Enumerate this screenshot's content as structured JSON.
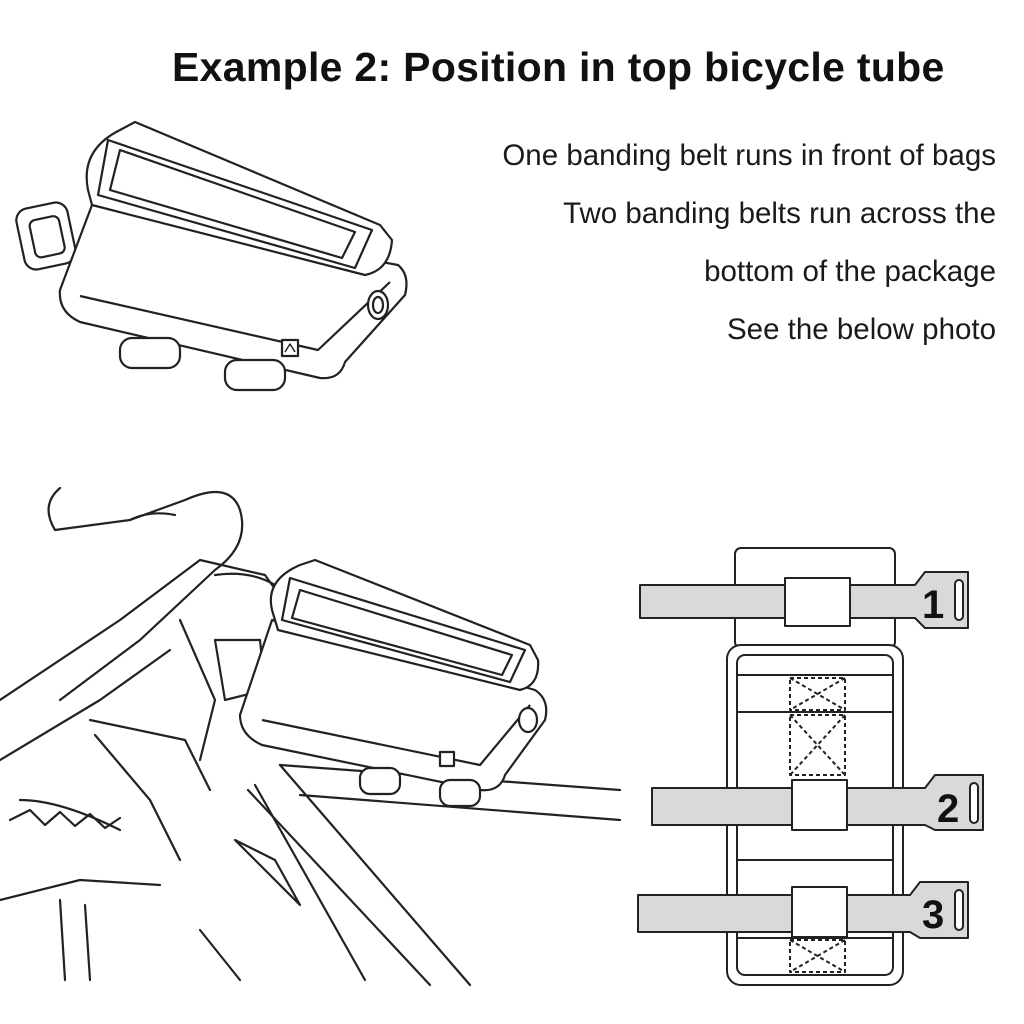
{
  "title": "Example 2: Position in top bicycle tube",
  "description_lines": [
    "One banding belt runs in front of bags",
    "Two banding belts run across the",
    "bottom of the package",
    "See the below photo"
  ],
  "belt_numbers": [
    "1",
    "2",
    "3"
  ],
  "colors": {
    "strap": "#d9d9d9",
    "line": "#222222",
    "background": "#ffffff"
  }
}
